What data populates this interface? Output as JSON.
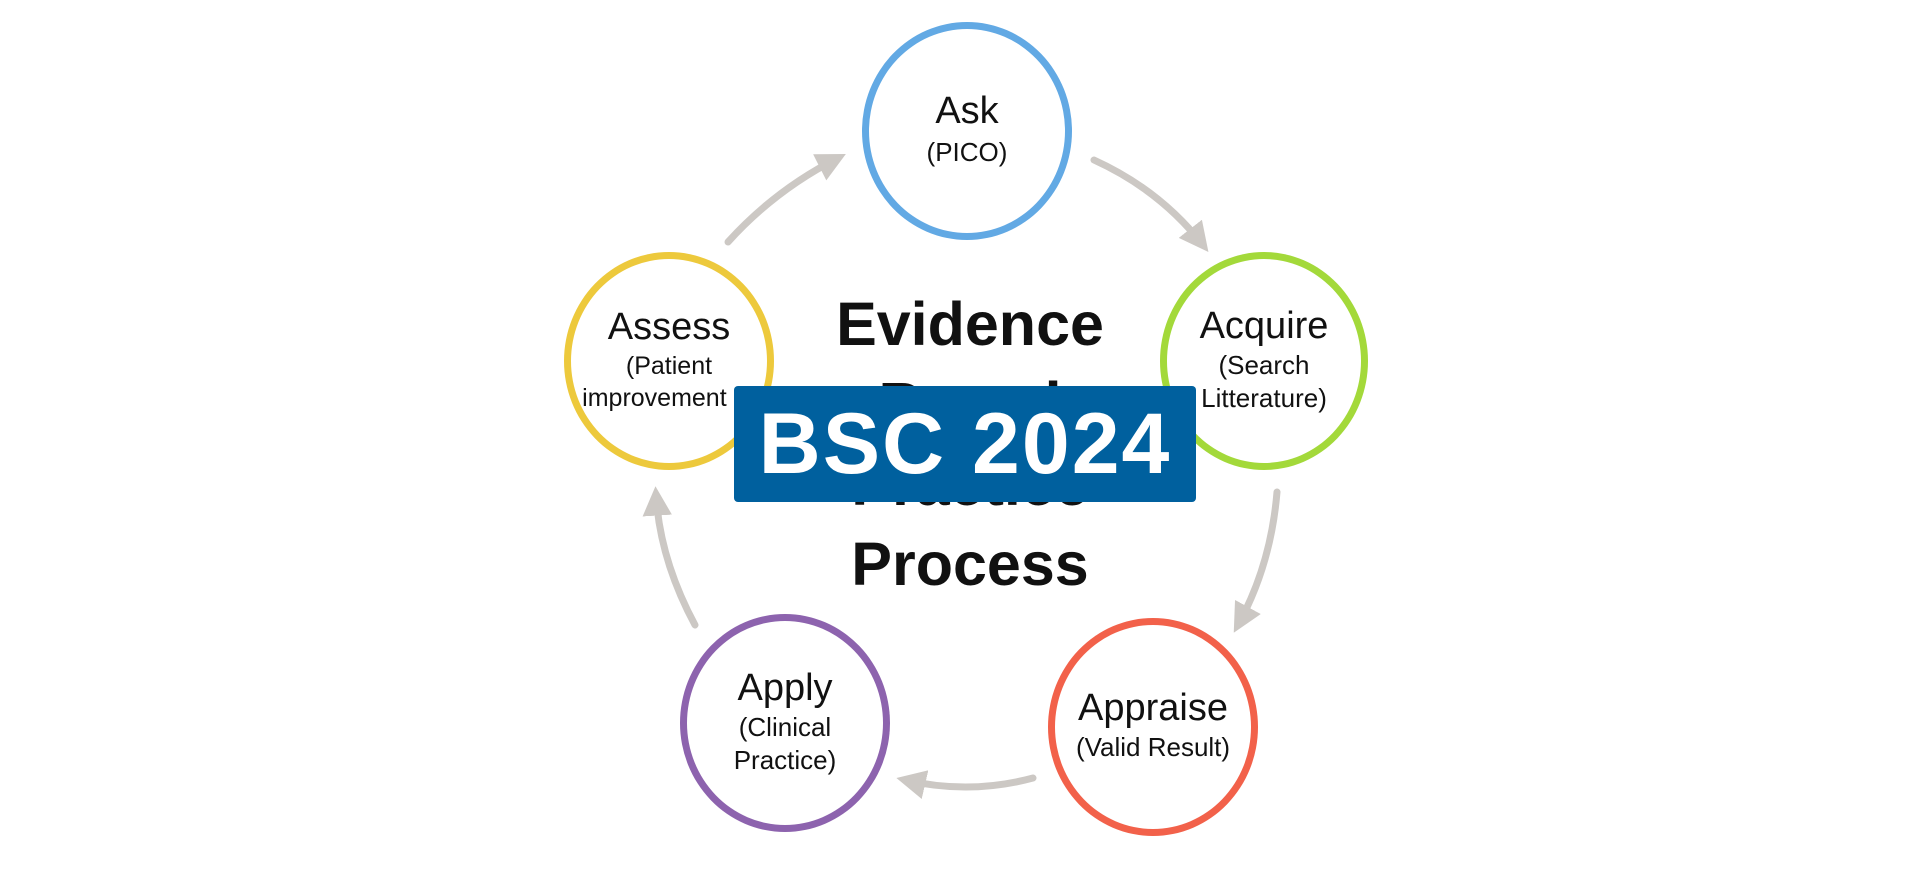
{
  "diagram": {
    "center_title_lines": [
      "Evidence",
      "Based",
      "Practice",
      "Process"
    ],
    "banner": "BSC 2024",
    "colors": {
      "ask": "#62a9e4",
      "acquire": "#a3d93a",
      "appraise": "#f2614a",
      "apply": "#8d63ae",
      "assess": "#edc93c",
      "arrow": "#ccc8c4",
      "banner": "#00609e"
    },
    "nodes": [
      {
        "id": "ask",
        "title": "Ask",
        "subtitle_lines": [
          "(PICO)"
        ]
      },
      {
        "id": "acquire",
        "title": "Acquire",
        "subtitle_lines": [
          "(Search",
          "Litterature)"
        ]
      },
      {
        "id": "appraise",
        "title": "Appraise",
        "subtitle_lines": [
          "(Valid Result)"
        ]
      },
      {
        "id": "apply",
        "title": "Apply",
        "subtitle_lines": [
          "(Clinical",
          "Practice)"
        ]
      },
      {
        "id": "assess",
        "title": "Assess",
        "subtitle_lines": [
          "(Patient",
          "improvement ?)"
        ]
      }
    ],
    "cycle_order": [
      "ask",
      "acquire",
      "appraise",
      "apply",
      "assess"
    ]
  }
}
